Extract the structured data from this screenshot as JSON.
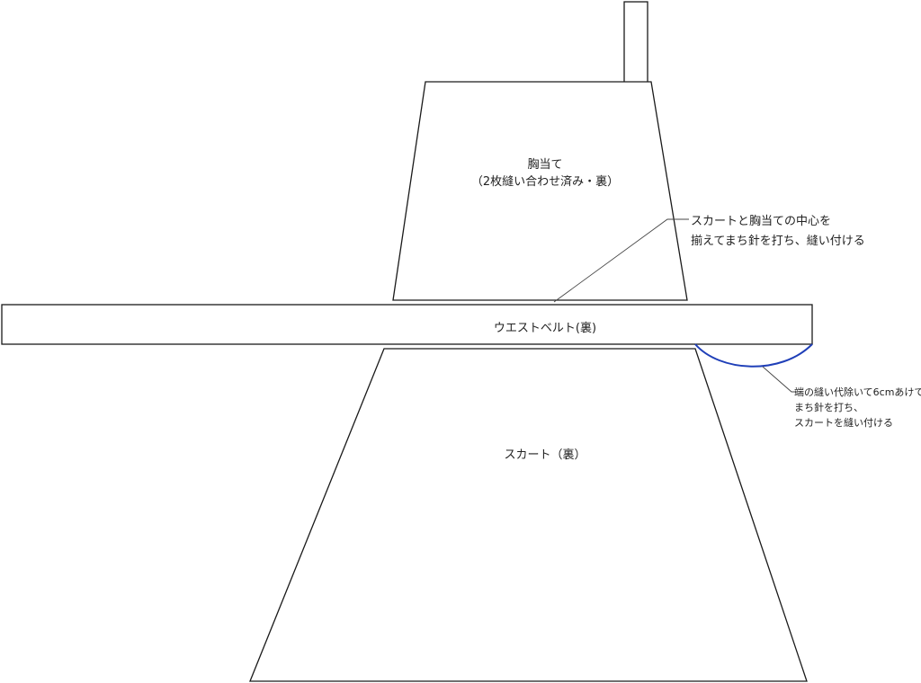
{
  "bib": {
    "title": "胸当て",
    "subtitle": "（2枚縫い合わせ済み・裏）"
  },
  "waistband": {
    "label": "ウエストベルト(裏)"
  },
  "skirt": {
    "label": "スカート（裏）"
  },
  "note_center": {
    "line1": "スカートと胸当ての中心を",
    "line2": "揃えてまち針を打ち、縫い付ける"
  },
  "note_edge": {
    "line1": "端の縫い代除いて6cmあけて",
    "line2": "まち針を打ち、",
    "line3": "スカートを縫い付ける"
  },
  "colors": {
    "outline": "#1a1a1a",
    "seam_arc": "#1f3fb8"
  }
}
